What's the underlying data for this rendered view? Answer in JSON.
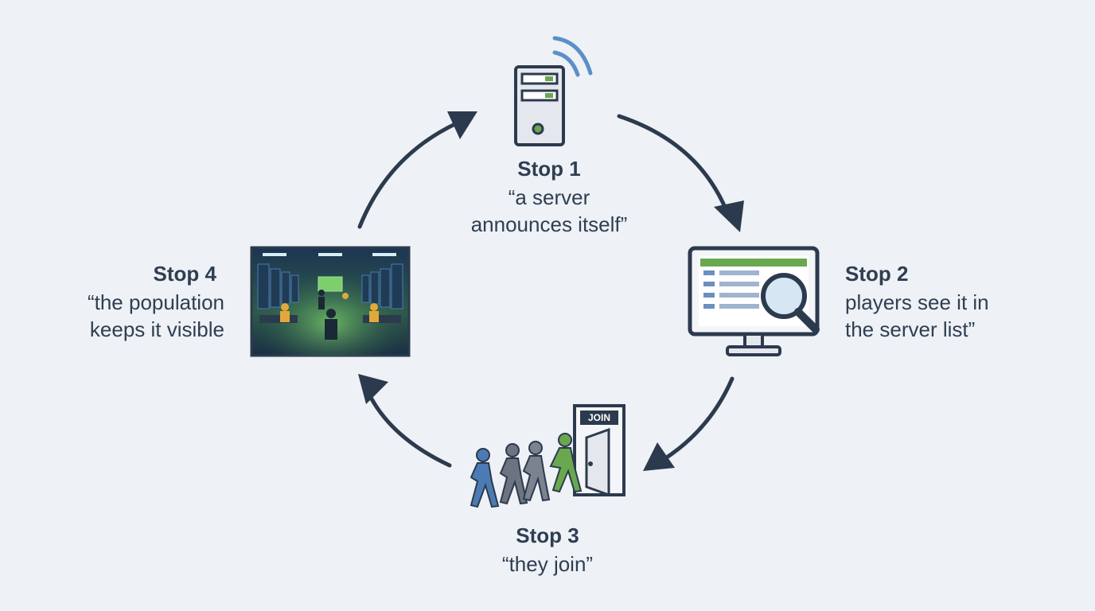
{
  "stops": [
    {
      "title": "Stop 1",
      "desc_lines": [
        "“a server",
        "announces itself”"
      ]
    },
    {
      "title": "Stop 2",
      "desc_lines": [
        "players see it in",
        "the server list”"
      ]
    },
    {
      "title": "Stop 3",
      "desc_lines": [
        "“they join”"
      ]
    },
    {
      "title": "Stop 4",
      "desc_lines": [
        "“the population",
        "keeps it visible"
      ]
    }
  ],
  "join_sign": "JOIN",
  "colors": {
    "background": "#eef1f5",
    "arrow": "#2c3a4e",
    "text": "#2f3e52",
    "accent_green": "#6aa84f",
    "accent_blue": "#5b8fc7"
  },
  "icons": {
    "stop1": "server-tower-icon",
    "stop2": "monitor-search-icon",
    "stop3": "people-entering-door-icon",
    "stop4": "control-room-icon"
  }
}
